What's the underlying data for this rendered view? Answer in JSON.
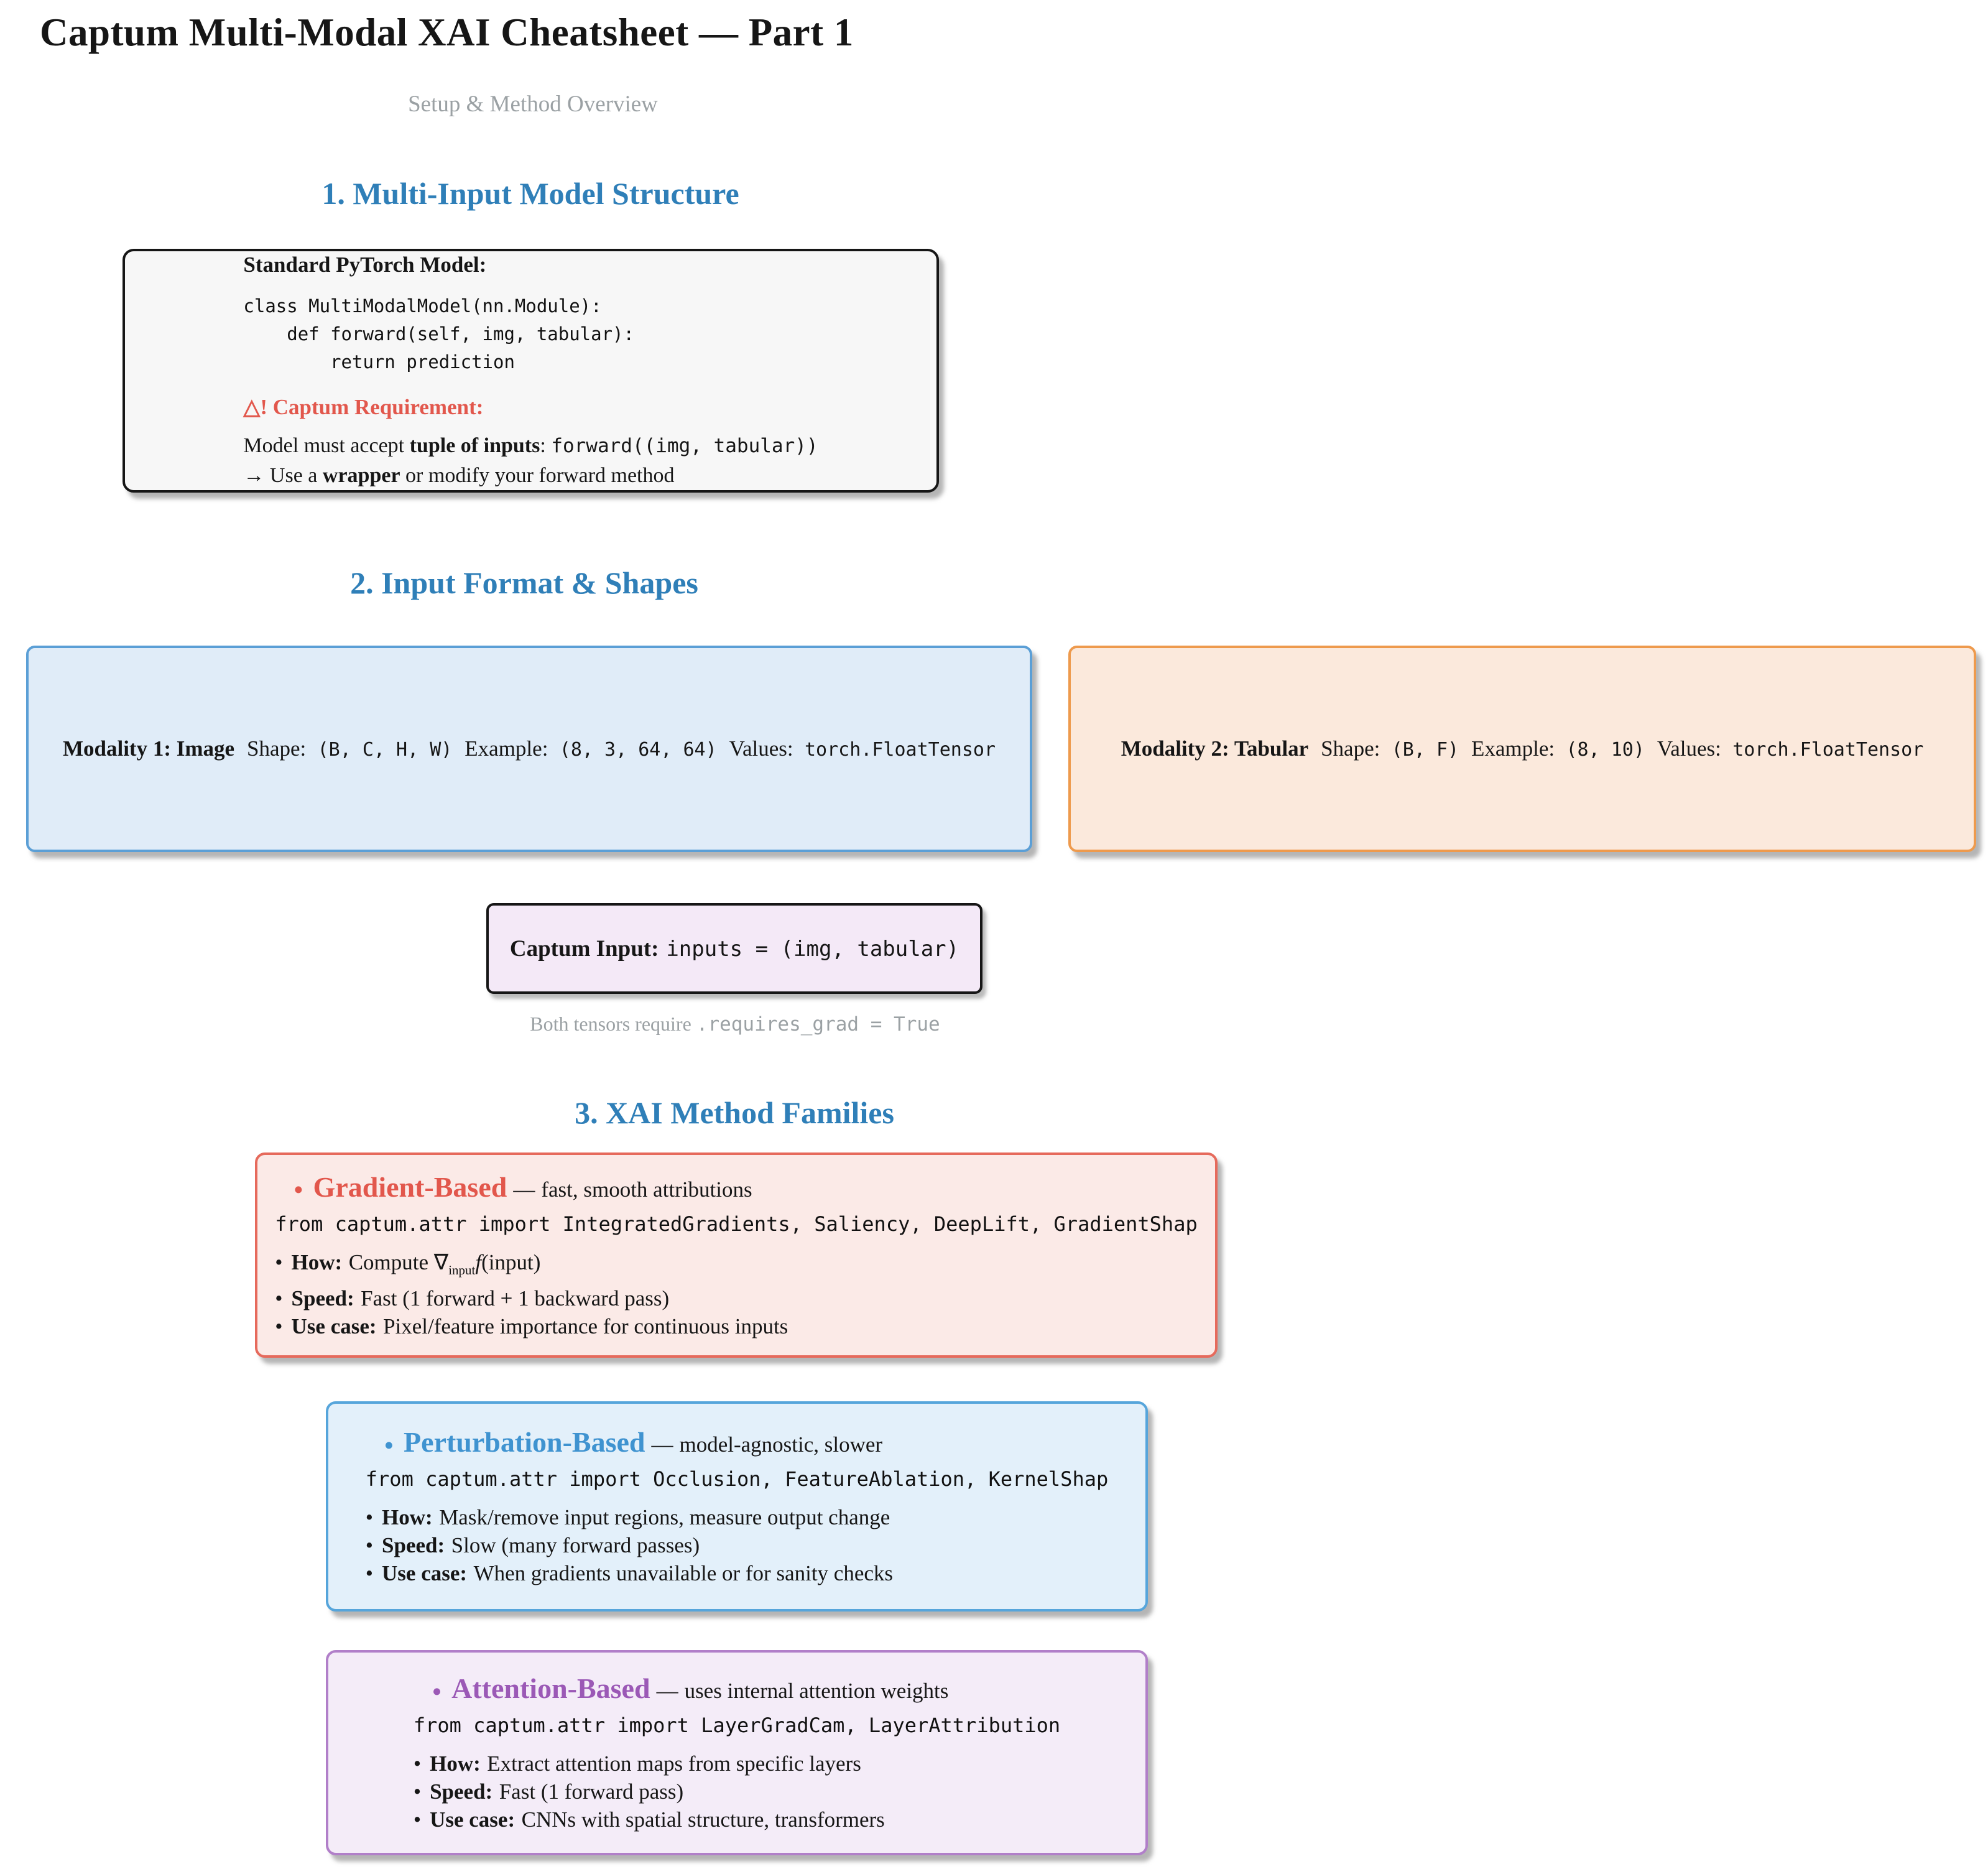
{
  "page": {
    "title": "Captum Multi-Modal XAI Cheatsheet — Part 1",
    "subtitle": "Setup & Method Overview"
  },
  "ui": {
    "bullet": "•",
    "big_bullet": "●",
    "dash": "—"
  },
  "colors": {
    "heading_blue": "#2f7fb8",
    "warning_red": "#e2574c",
    "gradient_title": "#e2574c",
    "gradient_fill": "#fbeae7",
    "gradient_border": "#e66a5c",
    "perturbation_title": "#3f93d0",
    "perturbation_fill": "#e3f0fa",
    "perturbation_border": "#56a5db",
    "attention_title": "#9b59b6",
    "attention_fill": "#f4ecf8",
    "attention_border": "#b17fc9",
    "modality1_fill": "#e0ecf8",
    "modality1_border": "#5b9fd6",
    "modality2_fill": "#fbe9dc",
    "modality2_border": "#ee9a4d",
    "captum_fill": "#f4e9f7",
    "model_box_fill": "#f7f7f7",
    "muted_gray": "#9ba1a4"
  },
  "section1": {
    "heading": "1. Multi-Input Model Structure",
    "model_box": {
      "label": "Standard PyTorch Model:",
      "code": [
        "class MultiModalModel(nn.Module):",
        "    def forward(self, img, tabular):",
        "        return prediction"
      ],
      "warning": "△! Captum Requirement:",
      "requirement": {
        "pre": "Model must accept ",
        "bold": "tuple of inputs",
        "sep": ": ",
        "code": "forward((img, tabular))"
      },
      "wrapper_line": {
        "pre": "→ Use a ",
        "bold": "wrapper",
        "post": " or modify your forward method"
      }
    }
  },
  "section2": {
    "heading": "2. Input Format & Shapes",
    "modality1": {
      "name": "Modality 1: Image",
      "shape_label": "Shape:",
      "shape": "(B, C, H, W)",
      "example_label": "Example:",
      "example": "(8, 3, 64, 64)",
      "values_label": "Values:",
      "values": "torch.FloatTensor"
    },
    "modality2": {
      "name": "Modality 2: Tabular",
      "shape_label": "Shape:",
      "shape": "(B, F)",
      "example_label": "Example:",
      "example": "(8, 10)",
      "values_label": "Values:",
      "values": "torch.FloatTensor"
    },
    "captum_input": {
      "label": "Captum Input:",
      "code": "inputs = (img, tabular)"
    },
    "note": {
      "pre": "Both tensors require ",
      "code": ".requires_grad = True"
    }
  },
  "section3": {
    "heading": "3. XAI Method Families",
    "labels": {
      "how": "How:",
      "speed": "Speed:",
      "use_case": "Use case:"
    },
    "methods": [
      {
        "name": "Gradient-Based",
        "tagline": "fast, smooth attributions",
        "import_line": "from captum.attr import IntegratedGradients, Saliency, DeepLift, GradientShap",
        "how_math": {
          "pre": "Compute ",
          "nabla": "∇",
          "sub": "input",
          "func": "f",
          "post": "(input)"
        },
        "speed": "Fast (1 forward + 1 backward pass)",
        "use_case": "Pixel/feature importance for continuous inputs"
      },
      {
        "name": "Perturbation-Based",
        "tagline": "model-agnostic, slower",
        "import_line": "from captum.attr import Occlusion, FeatureAblation, KernelShap",
        "how": "Mask/remove input regions, measure output change",
        "speed": "Slow (many forward passes)",
        "use_case": "When gradients unavailable or for sanity checks"
      },
      {
        "name": "Attention-Based",
        "tagline": "uses internal attention weights",
        "import_line": "from captum.attr import LayerGradCam, LayerAttribution",
        "how": "Extract attention maps from specific layers",
        "speed": "Fast (1 forward pass)",
        "use_case": "CNNs with spatial structure, transformers"
      }
    ]
  }
}
